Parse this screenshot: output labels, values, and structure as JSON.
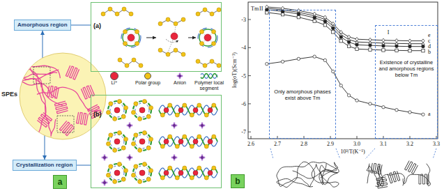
{
  "diagram": {
    "nodes": [
      {
        "text": [
          "SPEs"
        ]
      },
      {
        "text": [
          "Amorphous region"
        ]
      },
      {
        "text": [
          "Crystallization region"
        ]
      },
      {
        "text": [
          "(a)"
        ]
      },
      {
        "text": [
          "(b)"
        ]
      },
      {
        "text": [
          "a"
        ]
      },
      {
        "text": [
          "Only amorphous phases exist above Tm"
        ]
      },
      {
        "text": [
          "Existence of crystalline and amorphous regions below Tm"
        ]
      },
      {
        "text": [
          "b"
        ]
      }
    ],
    "edges": [
      {
        "from": 0,
        "to": 1,
        "arrow": "to"
      },
      {
        "from": 0,
        "to": 2,
        "arrow": "to"
      },
      {
        "from": 1,
        "to": 3,
        "arrow": "none"
      },
      {
        "from": 2,
        "to": 4,
        "arrow": "none"
      }
    ],
    "labels": [
      "-3",
      "-4",
      "-5",
      "-6",
      "-7",
      "2.6",
      "2.7",
      "2.8",
      "2.9",
      "3.0",
      "3.1",
      "3.2",
      "3.3",
      "log(σT)(Scm⁻¹)",
      "10³/T(K⁻¹)",
      "Tm",
      "II",
      "I",
      "e",
      "c",
      "d",
      "b",
      "a"
    ],
    "legend": [
      {
        "text": "Li⁺",
        "color": "#e8263c"
      },
      {
        "text": "Polar group",
        "color": "#f2c318"
      },
      {
        "text": "Anion"
      },
      {
        "text": "Polymer local segment"
      }
    ]
  }
}
